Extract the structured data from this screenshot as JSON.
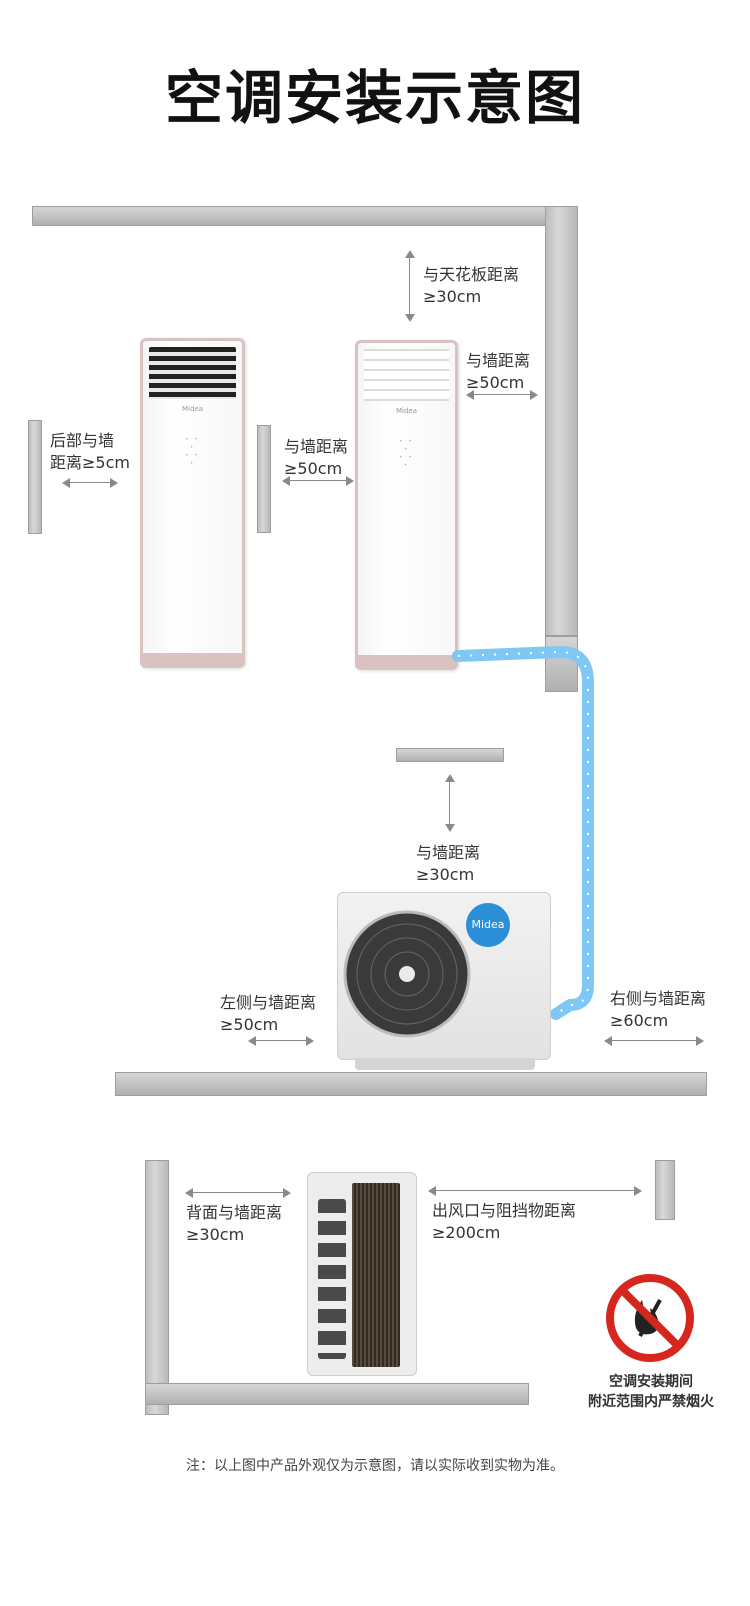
{
  "title": "空调安装示意图",
  "labels": {
    "ceiling": [
      "与天花板距离",
      "≥30cm"
    ],
    "indoor_right_wall": [
      "与墙距离",
      "≥50cm"
    ],
    "indoor_between": [
      "与墙距离",
      "≥50cm"
    ],
    "indoor_rear_wall": [
      "后部与墙",
      "距离≥5cm"
    ],
    "outdoor_top_wall": [
      "与墙距离",
      "≥30cm"
    ],
    "outdoor_left": [
      "左侧与墙距离",
      "≥50cm"
    ],
    "outdoor_right": [
      "右侧与墙距离",
      "≥60cm"
    ],
    "outdoor_back": [
      "背面与墙距离",
      "≥30cm"
    ],
    "outdoor_outlet": [
      "出风口与阻挡物距离",
      "≥200cm"
    ]
  },
  "brand": "Midea",
  "warning": [
    "空调安装期间",
    "附近范围内严禁烟火"
  ],
  "note": "注：以上图中产品外观仅为示意图，请以实际收到实物为准。",
  "colors": {
    "pipe": "#7fc8f5",
    "wall": "#c4c4c4",
    "cabinet_trim": "#d9c2c2",
    "brand_badge": "#2a8fd6",
    "warning_red": "#d7261e"
  },
  "icons": [
    "double-arrow-icon",
    "no-fire-icon"
  ]
}
